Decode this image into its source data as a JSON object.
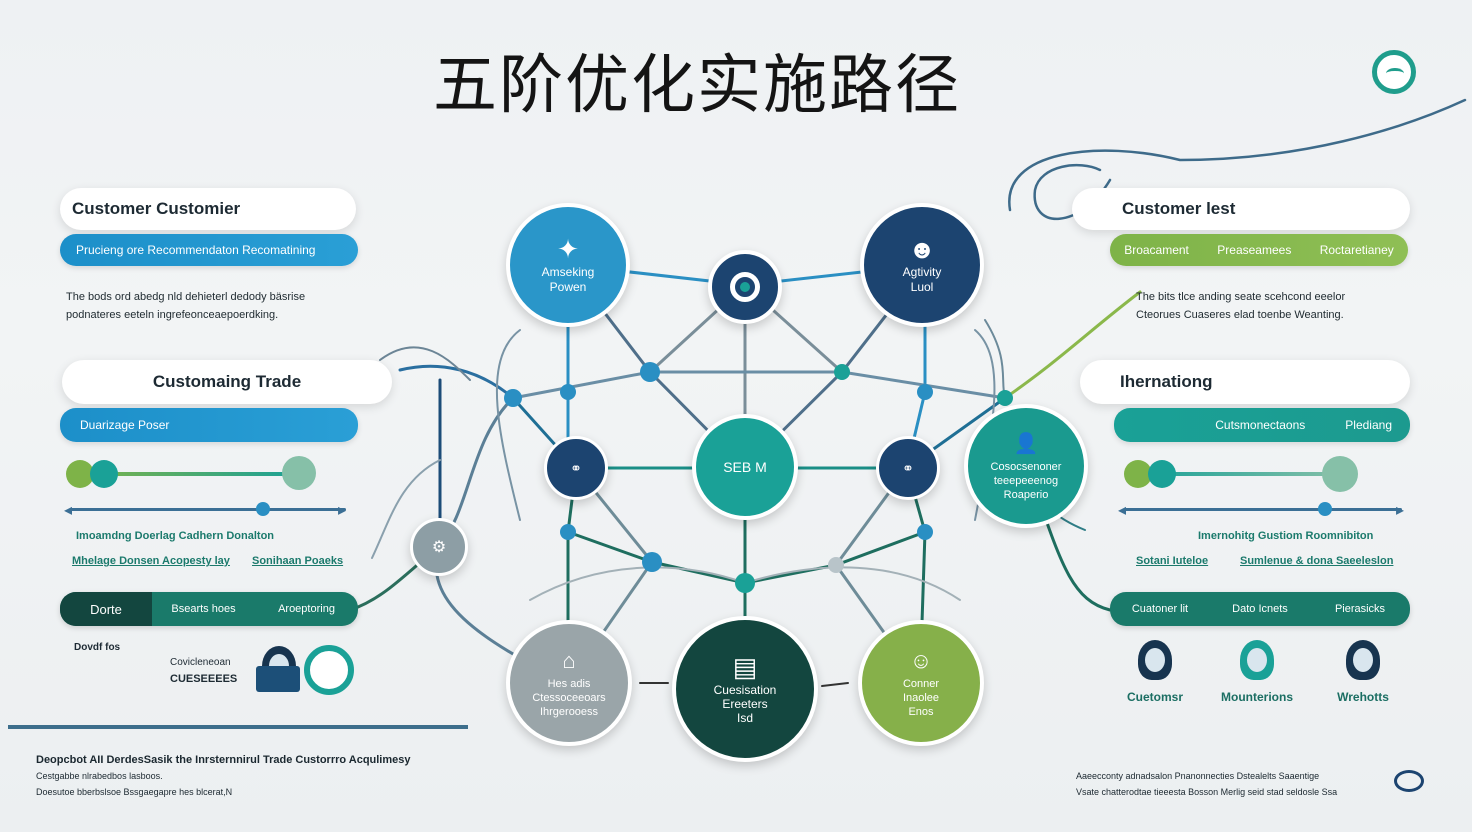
{
  "title": "五阶优化实施路径",
  "left": {
    "card1_title": "Customer Customier",
    "card1_bar": "Prucieng ore Recommendaton Recomatining",
    "card1_note_line1": "The bods ord abedg nld dehieterl dedody bäsrise",
    "card1_note_line2": "podnateres eeteln ingrefeonceaepoerdking.",
    "card2_title": "Customaing Trade",
    "card2_bar": "Duarizage Poser",
    "link1": "Imoamdng Doerlag Cadhern Donalton",
    "link2a": "Mhelage Donsen Acopesty lay",
    "link2b": "Sonihaan Poaeks",
    "tri": [
      "Dorte",
      "Bsearts hoes",
      "Aroeptoring"
    ],
    "small1": "Dovdf fos",
    "small2": "Covicleneoan",
    "small3": "CUESEEEES"
  },
  "right": {
    "card1_title": "Customer lest",
    "card1_bar": [
      "Broacament",
      "Preaseamees",
      "Roctaretianey"
    ],
    "card1_note_line1": "The bits tlce anding seate scehcond eeelor",
    "card1_note_line2": "Cteorues Cuaseres elad toenbe Weanting.",
    "card2_title": "Ihernationg",
    "card2_bar": [
      "Cutsmonectaons",
      "Plediang"
    ],
    "link1": "Imernohitg Gustiom Roomnibiton",
    "link2a": "Sotani Iuteloe",
    "link2b": "Sumlenue & dona Saeeleslon",
    "tri": [
      "Cuatoner lit",
      "Dato Icnets",
      "Pierasicks"
    ],
    "people": [
      "Cuetomsr",
      "Mounterions",
      "Wrehotts"
    ]
  },
  "nodes": {
    "top_left": [
      "Amseking",
      "Powen"
    ],
    "top_right": [
      "Agtivity",
      "Luol"
    ],
    "center": "SEB M",
    "right_mid": [
      "Cosocsenoner",
      "teeepeeenog",
      "Roaperio"
    ],
    "bottom_left": [
      "Hes adis",
      "Ctessoceeoars",
      "Ihrgerooess"
    ],
    "bottom_center": [
      "Cuesisation",
      "Ereeters",
      "Isd"
    ],
    "bottom_right": [
      "Conner",
      "Inaolee",
      "Enos"
    ]
  },
  "footer": {
    "line1": "Deopcbot AII DerdesSasik the Inrsternnirul Trade Custorrro Acqulimesy",
    "line2": "Cestgabbe nlrabedbos lasboos.",
    "line3": "Doesutoe bberbslsoe Bssgaegapre hes blcerat,N",
    "right_line1": "Aaeecconty adnadsalon Pnanonnecties Dstealelts Saaentige",
    "right_line2": "Vsate chatterodtae tieeesta Bosson Merlig seid stad seldosle Ssa"
  },
  "colors": {
    "blue": "#1c8fc9",
    "navy": "#1c4470",
    "teal": "#1aa197",
    "green": "#7eb348",
    "darkgreen": "#13463f",
    "gray": "#9ea8ab"
  }
}
